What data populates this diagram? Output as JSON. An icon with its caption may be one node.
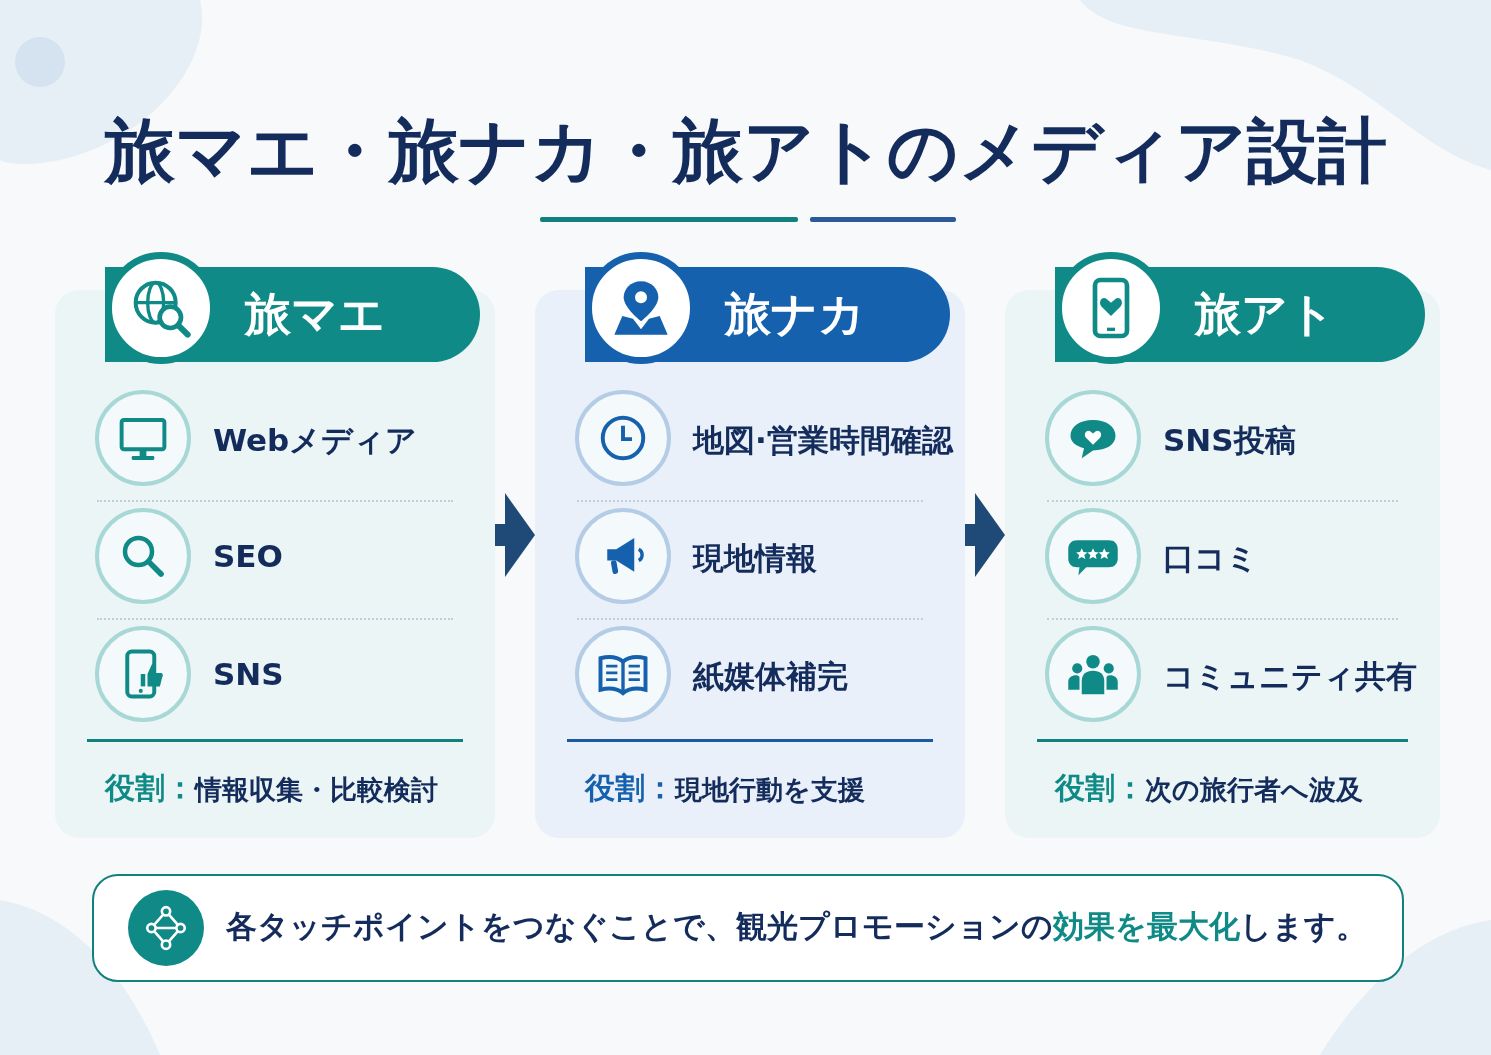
{
  "diagram": {
    "title": "旅マエ・旅ナカ・旅アトのメディア設計",
    "nodes": [
      {
        "text": [
          "旅マエ",
          "役割：",
          "情報収集・比較検討"
        ]
      },
      {
        "text": [
          "Webメディア"
        ],
        "in": 0
      },
      {
        "text": [
          "SEO"
        ],
        "in": 0
      },
      {
        "text": [
          "SNS"
        ],
        "in": 0
      },
      {
        "text": [
          "旅ナカ",
          "役割：",
          "現地行動を支援"
        ]
      },
      {
        "text": [
          "地図·営業時間確認"
        ],
        "in": 4
      },
      {
        "text": [
          "現地情報"
        ],
        "in": 4
      },
      {
        "text": [
          "紙媒体補完"
        ],
        "in": 4
      },
      {
        "text": [
          "旅アト",
          "役割：",
          "次の旅行者へ波及"
        ]
      },
      {
        "text": [
          "SNS投稿"
        ],
        "in": 8
      },
      {
        "text": [
          "口コミ"
        ],
        "in": 8
      },
      {
        "text": [
          "コミュニティ共有"
        ],
        "in": 8
      },
      {
        "text": [
          "各タッチポイントをつなぐことで、観光プロモーションの",
          "効果を最大化",
          "します。"
        ]
      }
    ],
    "edges": [
      {
        "from": 0,
        "to": 4,
        "arrow": "to"
      },
      {
        "from": 4,
        "to": 8,
        "arrow": "to"
      }
    ]
  }
}
